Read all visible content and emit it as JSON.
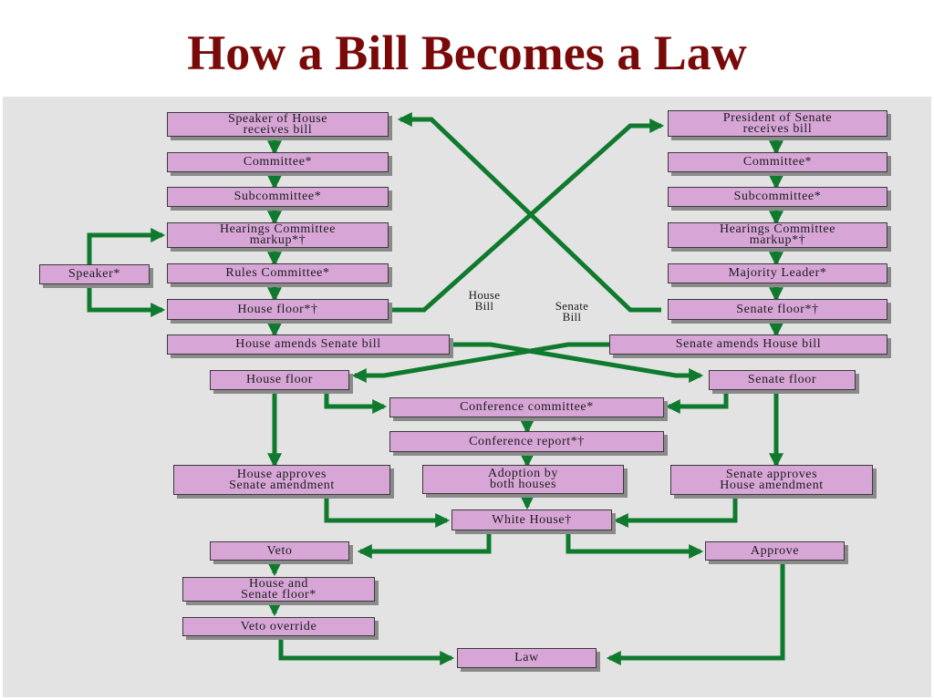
{
  "title": "How a Bill Becomes a Law",
  "colors": {
    "title": "#7a0a0a",
    "box_fill": "#d7a6d7",
    "arrow": "#0f7a2e",
    "panel": "#e3e3e3"
  },
  "labels": {
    "house_bill": "House\nBill",
    "senate_bill": "Senate\nBill"
  },
  "boxes": {
    "speaker_house_receives": "Speaker of House\nreceives bill",
    "house_committee": "Committee*",
    "house_subcommittee": "Subcommittee*",
    "house_hearings": "Hearings Committee\nmarkup*†",
    "speaker": "Speaker*",
    "rules_committee": "Rules Committee*",
    "house_floor_1": "House floor*†",
    "president_senate_receives": "President of Senate\nreceives bill",
    "senate_committee": "Committee*",
    "senate_subcommittee": "Subcommittee*",
    "senate_hearings": "Hearings Committee\nmarkup*†",
    "majority_leader": "Majority Leader*",
    "senate_floor_1": "Senate floor*†",
    "house_amends": "House amends Senate bill",
    "senate_amends": "Senate amends House bill",
    "house_floor_2": "House floor",
    "senate_floor_2": "Senate floor",
    "conference_committee": "Conference committee*",
    "conference_report": "Conference report*†",
    "house_approves": "House approves\nSenate amendment",
    "adoption": "Adoption by\nboth houses",
    "senate_approves": "Senate approves\nHouse amendment",
    "white_house": "White House†",
    "veto": "Veto",
    "approve": "Approve",
    "house_senate_floor": "House and\nSenate floor*",
    "veto_override": "Veto override",
    "law": "Law"
  }
}
